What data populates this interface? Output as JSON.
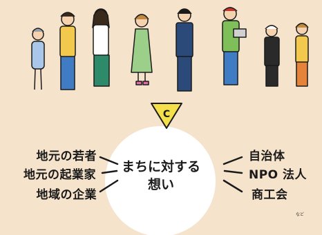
{
  "badge": {
    "letter": "C",
    "color": "#f3e04a"
  },
  "center": {
    "line1": "まちに対する",
    "line2": "想い"
  },
  "left_labels": [
    "地元の若者",
    "地元の起業家",
    "地域の企業"
  ],
  "right_labels": [
    "自治体",
    "NPO 法人",
    "商工会"
  ],
  "note": "など",
  "colors": {
    "background": "#f5e3cb",
    "circle": "#ffffff",
    "ink": "#1a1a1a"
  }
}
